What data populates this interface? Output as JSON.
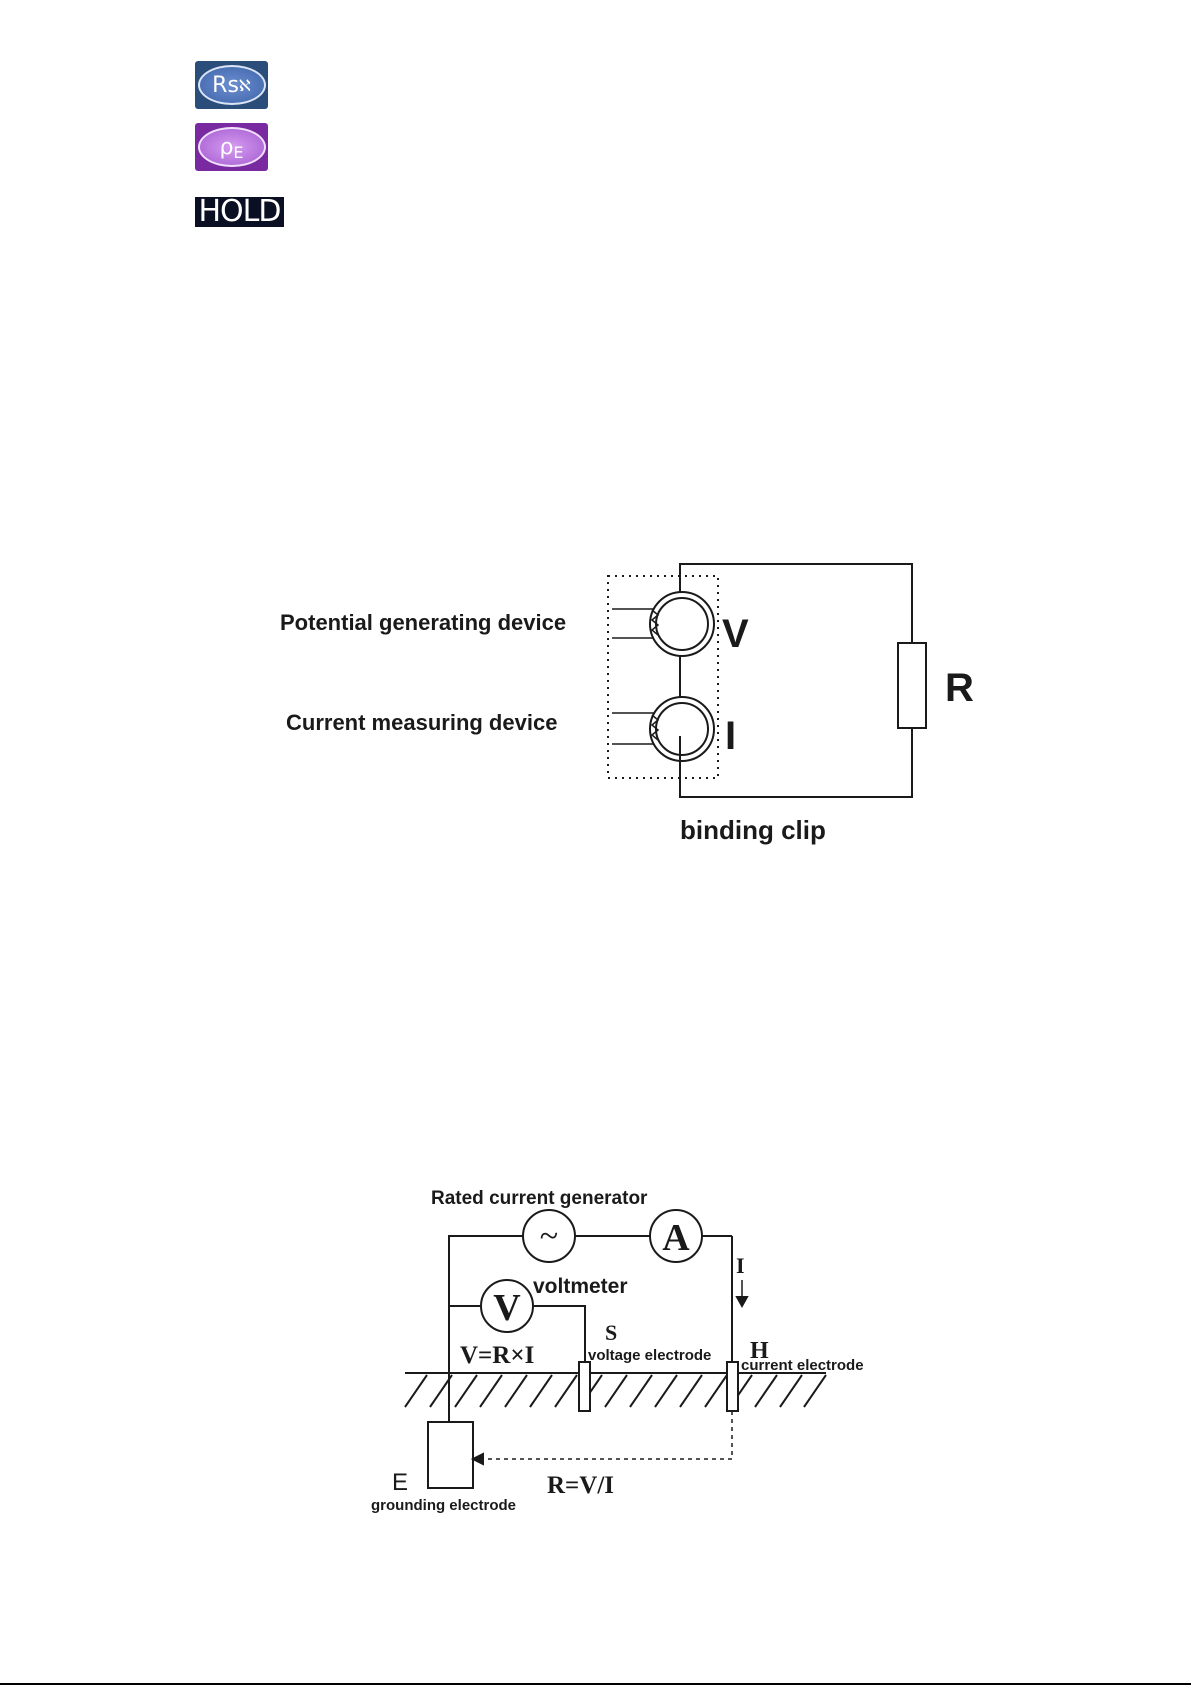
{
  "icons": {
    "rs_badge": {
      "label": "Rs",
      "mark": "ℵ",
      "color": "#3e63a8"
    },
    "pe_badge": {
      "label": "ρ",
      "sub": "E",
      "color": "#a35bd0"
    },
    "hold_badge": {
      "label": "HOLD",
      "color": "#0b0f24"
    }
  },
  "diagram1": {
    "label_potential": "Potential generating device",
    "label_current": "Current measuring device",
    "label_v": "V",
    "label_i": "I",
    "label_r": "R",
    "label_clip": "binding clip"
  },
  "diagram2": {
    "label_generator": "Rated current generator",
    "meter_ac": "~",
    "meter_a": "A",
    "meter_v": "V",
    "label_voltmeter": "voltmeter",
    "label_i": "I",
    "label_s": "S",
    "label_s_desc": "voltage electrode",
    "label_h": "H",
    "label_h_desc": "current electrode",
    "formula_v": "V=R×I",
    "label_e": "E",
    "label_e_desc": "grounding electrode",
    "formula_r": "R=V/I"
  }
}
